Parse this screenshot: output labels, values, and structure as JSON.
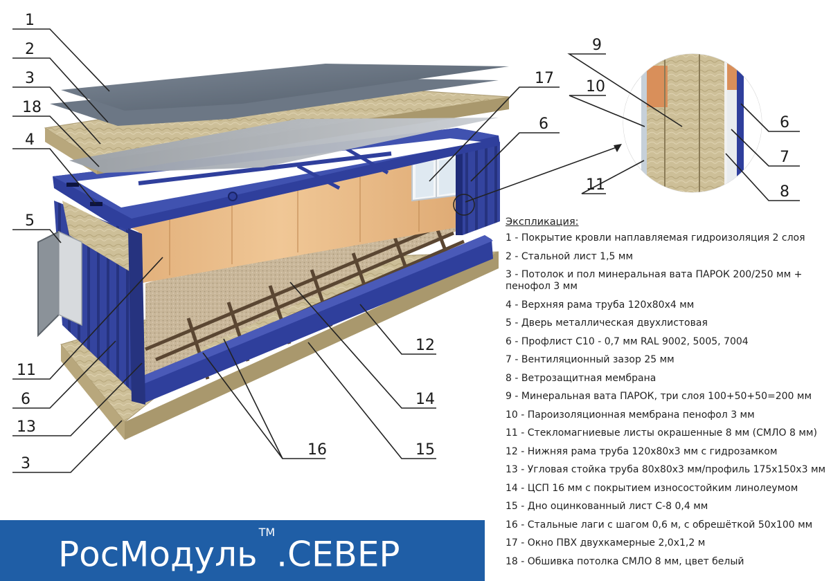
{
  "callouts": {
    "n1": "1",
    "n2": "2",
    "n3": "3",
    "n18": "18",
    "n4": "4",
    "n5": "5",
    "n11": "11",
    "n6": "6",
    "n13": "13",
    "n3b": "3",
    "n16": "16",
    "n15": "15",
    "n14": "14",
    "n12": "12",
    "n17": "17",
    "n6b": "6",
    "d9": "9",
    "d10": "10",
    "d11": "11",
    "d6": "6",
    "d7": "7",
    "d8": "8"
  },
  "legend": {
    "title": "Экспликация:",
    "items": [
      "1 - Покрытие кровли наплавляемая гидроизоляция 2 слоя",
      "2 - Стальной лист 1,5 мм",
      "3 - Потолок и пол минеральная вата ПАРОК 200/250 мм + пенофол 3 мм",
      "4 - Верхняя рама труба 120х80х4 мм",
      "5 - Дверь металлическая двухлистовая",
      "6 - Профлист С10 - 0,7 мм RAL 9002, 5005, 7004",
      "7 - Вентиляционный зазор 25 мм",
      "8 - Ветрозащитная мембрана",
      "9 - Минеральная вата ПАРОК, три слоя 100+50+50=200 мм",
      "10 - Пароизоляционная мембрана пенофол 3 мм",
      "11 - Стекломагниевые листы окрашенные 8 мм (СМЛО 8 мм)",
      "12 - Нижняя рама труба 120х80х3 мм с гидрозамком",
      "13 - Угловая стойка труба 80х80х3 мм/профиль 175х150х3 мм",
      "14 - ЦСП 16 мм с покрытием износостойким линолеумом",
      "15 - Дно оцинкованный лист С-8 0,4 мм",
      "16 - Стальные лаги с шагом 0,6 м, с обрешёткой 50х100 мм",
      "17 - Окно ПВХ двухкамерные 2,0х1,2 м",
      "18 - Обшивка потолка СМЛО 8 мм, цвет белый"
    ]
  },
  "brand": {
    "name": "РосМодуль",
    "tm": "TM",
    "suffix": ".СЕВЕР"
  },
  "colors": {
    "frame_blue": "#2f3f9c",
    "frame_blue_dark": "#1f2c78",
    "roof_gray": "#5f6b78",
    "insulation": "#c9b98f",
    "osb_wall": "#e6b583",
    "floor": "#cbb99a",
    "brand_blue": "#1f5ea6"
  }
}
